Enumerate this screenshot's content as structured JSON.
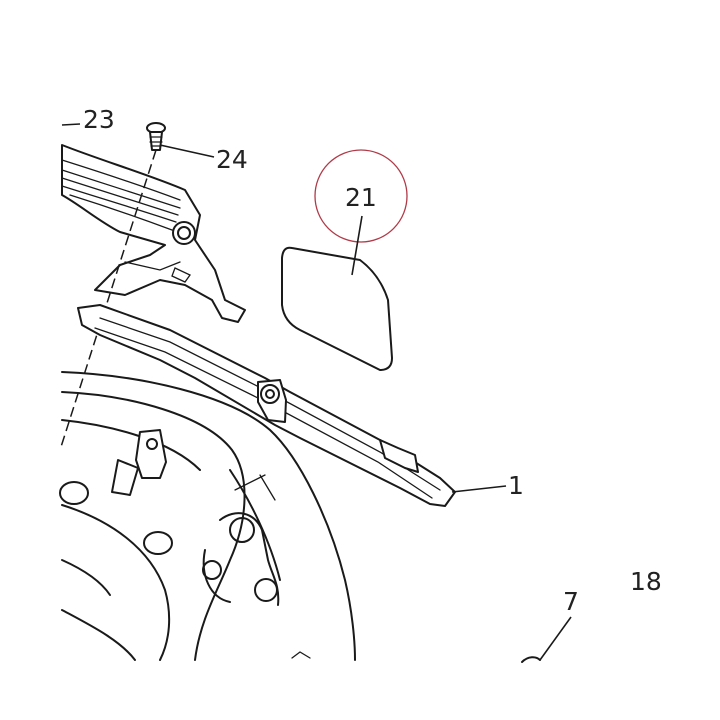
{
  "labels": {
    "part_23": "23",
    "part_24": "24",
    "part_21": "21",
    "part_1": "1",
    "part_18": "18",
    "part_7": "7"
  },
  "colors": {
    "line": "#1a1a1a",
    "highlight_circle": "#b03a48",
    "background": "#ffffff"
  }
}
